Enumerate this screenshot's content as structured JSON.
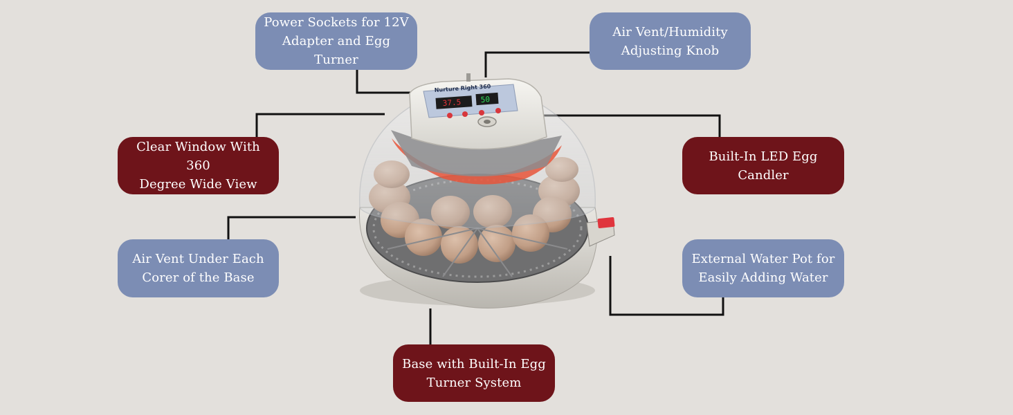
{
  "colors": {
    "background": "#e3e0dc",
    "callout_blue": "#7c8db4",
    "callout_red": "#6e141a",
    "leader_line": "#111111",
    "egg": "#c7a58e",
    "body_white": "#ebe9e4",
    "display_red": "#e8333a",
    "display_green": "#2fe05a"
  },
  "product": {
    "brand_label": "Nurture Right 360",
    "temp_reading": "37.5",
    "humidity_reading": "50"
  },
  "callouts": {
    "power": "Power Sockets for 12V\nAdapter and Egg\nTurner",
    "air_vent_knob": "Air Vent/Humidity\nAdjusting Knob",
    "clear_window": "Clear Window With 360\nDegree Wide View",
    "led_candler": "Built-In LED Egg\nCandler",
    "air_vent_base": "Air Vent Under Each\nCorer of the Base",
    "water_pot": "External Water Pot for\nEasily Adding Water",
    "base_turner": "Base with Built-In Egg\nTurner System"
  }
}
